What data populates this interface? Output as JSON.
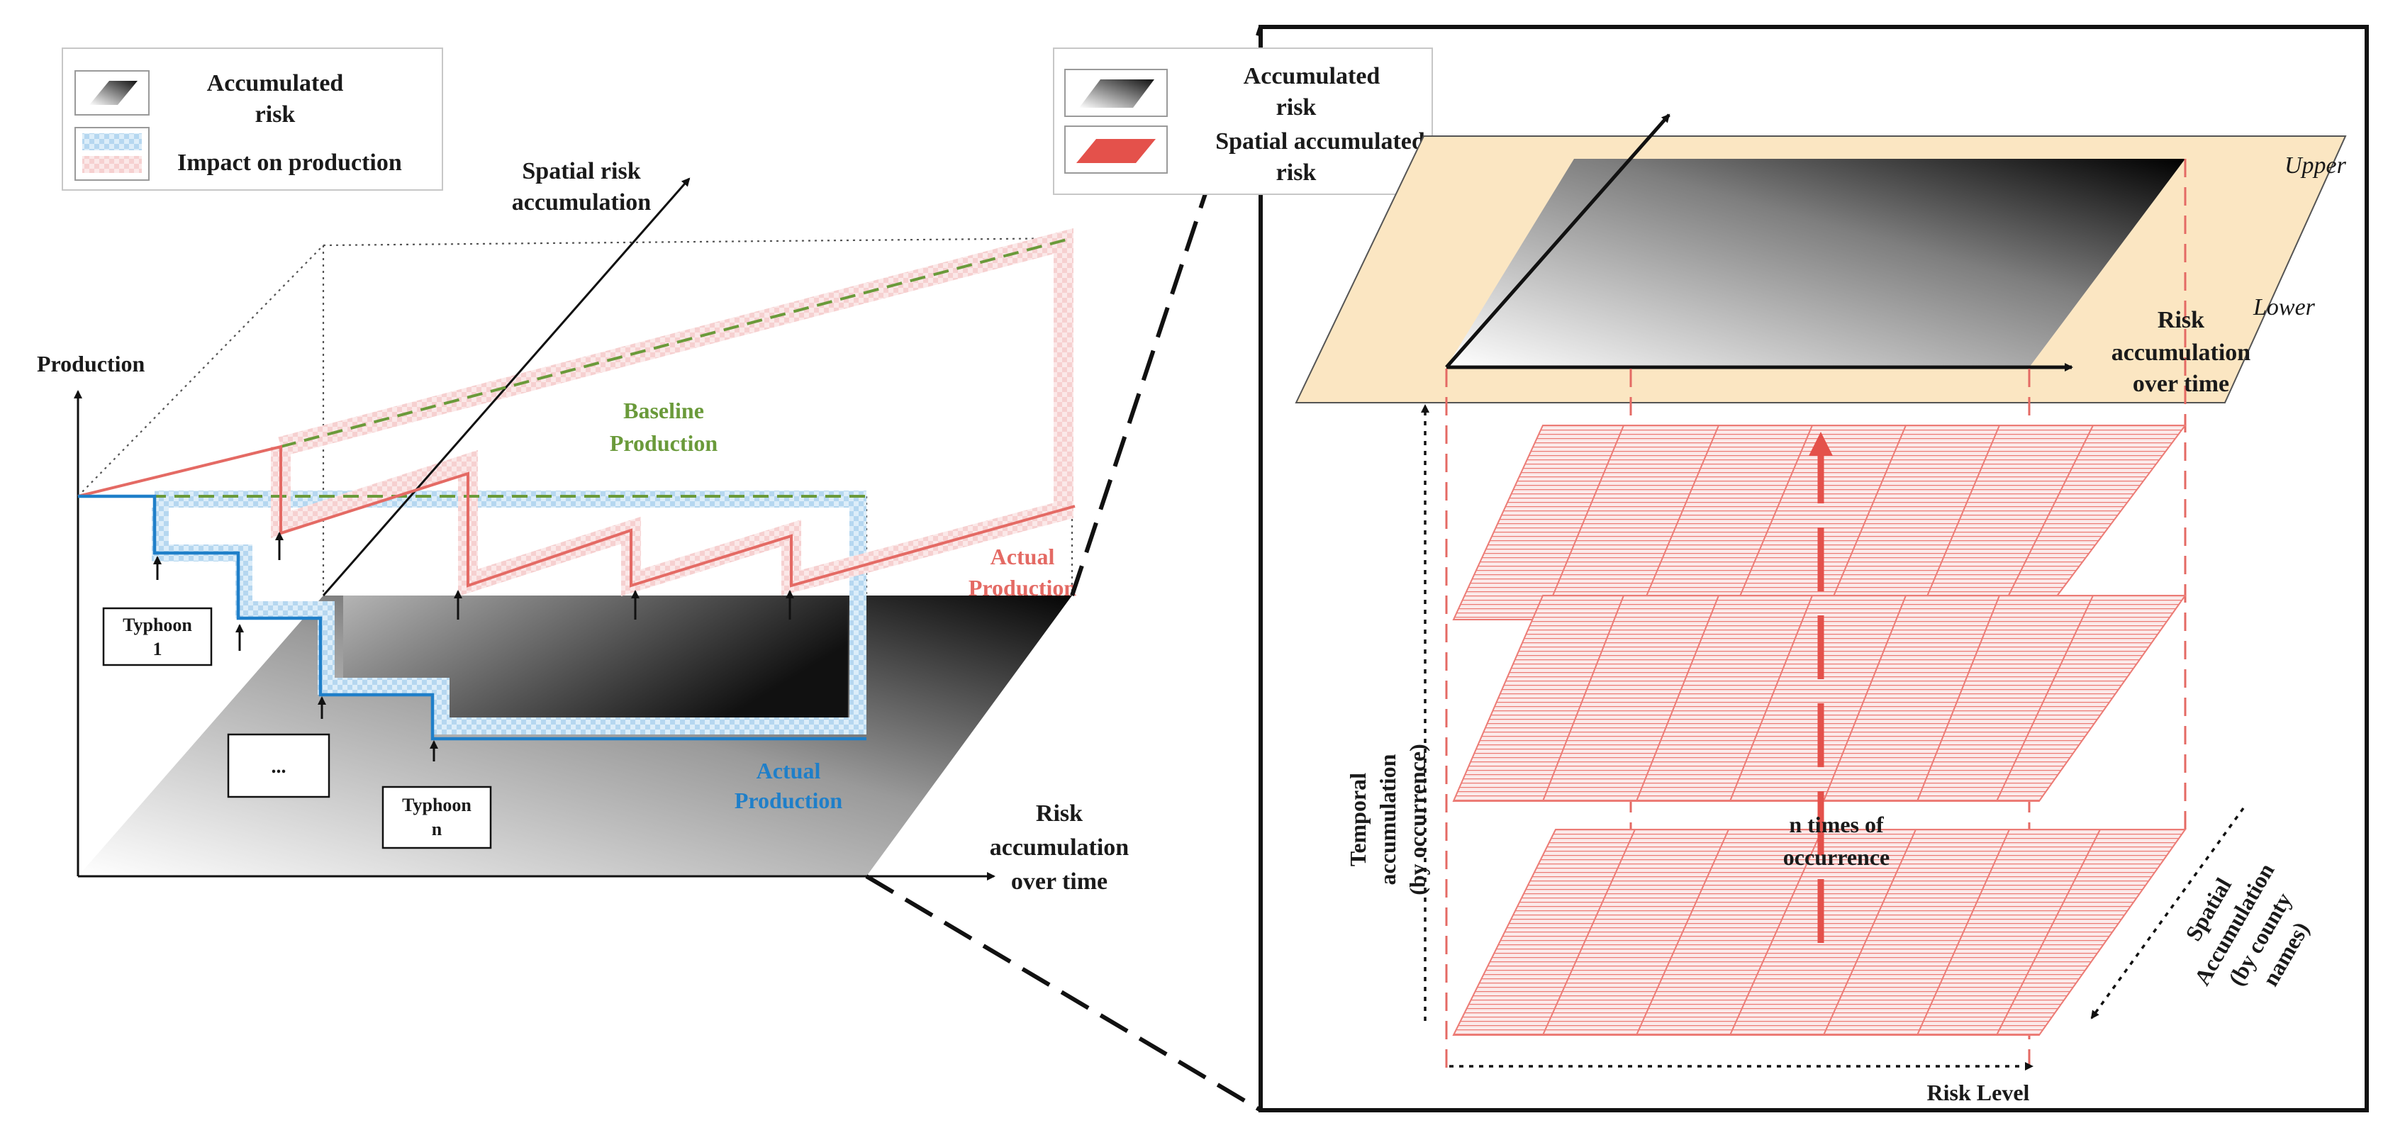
{
  "left_panel": {
    "legend": {
      "accumulated_risk_line1": "Accumulated",
      "accumulated_risk_line2": "risk",
      "impact_on_production": "Impact on production"
    },
    "axis_production": "Production",
    "axis_spatial_line1": "Spatial risk",
    "axis_spatial_line2": "accumulation",
    "axis_time_line1": "Risk",
    "axis_time_line2": "accumulation",
    "axis_time_line3": "over time",
    "baseline_line1": "Baseline",
    "baseline_line2": "Production",
    "actual_red_line1": "Actual",
    "actual_red_line2": "Production",
    "actual_blue_line1": "Actual",
    "actual_blue_line2": "Production",
    "typhoon1_line1": "Typhoon",
    "typhoon1_line2": "1",
    "ellipsis": "...",
    "typhoon_n_line1": "Typhoon",
    "typhoon_n_line2": "n"
  },
  "right_panel": {
    "legend": {
      "accumulated_risk_line1": "Accumulated",
      "accumulated_risk_line2": "risk",
      "spatial_accumulated_line1": "Spatial accumulated",
      "spatial_accumulated_line2": "risk"
    },
    "upper": "Upper",
    "lower": "Lower",
    "risk_time_line1": "Risk",
    "risk_time_line2": "accumulation",
    "risk_time_line3": "over time",
    "n_times_line1": "n times of",
    "n_times_line2": "occurrence",
    "temporal_line1": "Temporal",
    "temporal_line2": "accumulation",
    "temporal_line3": "(by occurrence)",
    "spatial_line1": "Spatial",
    "spatial_line2": "Accumulation",
    "spatial_line3": "(by county",
    "spatial_line4": "names)",
    "risk_level": "Risk Level"
  },
  "colors": {
    "red": "#e46a64",
    "blue": "#1f7fc9",
    "green": "#6a9a3a",
    "plane": "#fbe6c2"
  }
}
